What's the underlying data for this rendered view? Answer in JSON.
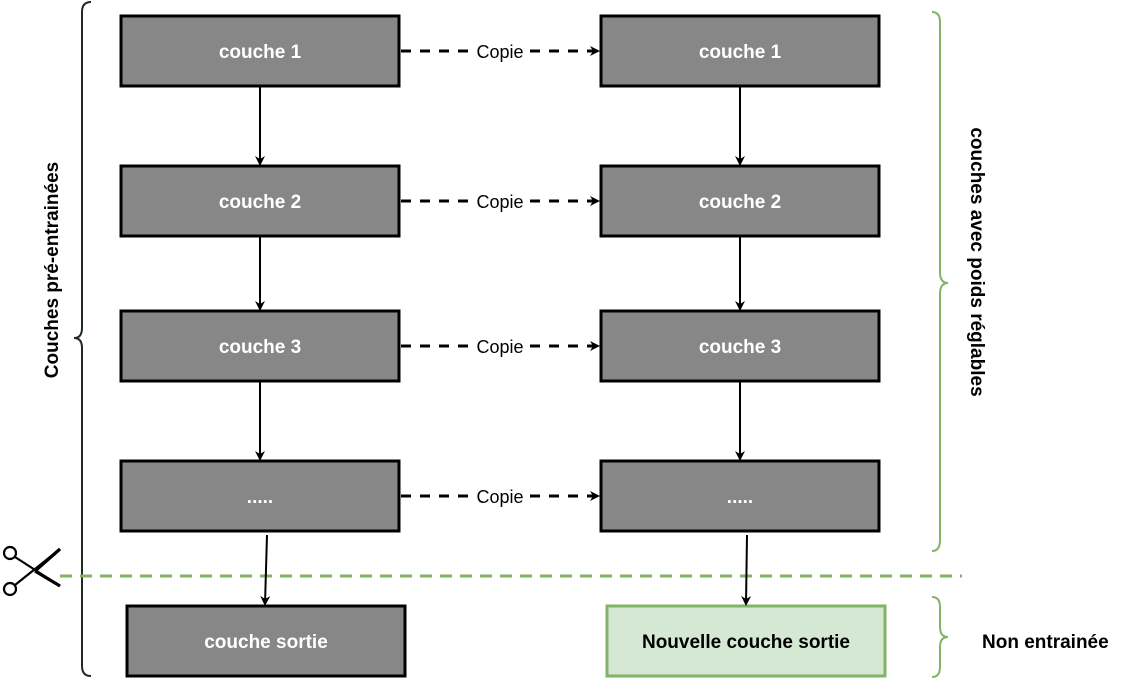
{
  "left_column": {
    "layers": [
      "couche 1",
      "couche 2",
      "couche 3",
      "....."
    ],
    "output": "couche sortie"
  },
  "right_column": {
    "layers": [
      "couche 1",
      "couche 2",
      "couche 3",
      "....."
    ],
    "output": "Nouvelle couche sortie"
  },
  "copy_labels": [
    "Copie",
    "Copie",
    "Copie",
    "Copie"
  ],
  "labels": {
    "pretrained": "Couches pré-entrainées",
    "adjustable": "couches avec poids réglables",
    "untrained": "Non entrainée"
  },
  "colors": {
    "layer_fill": "#878787",
    "new_layer_fill": "#d5e8d4",
    "accent_green": "#82b366"
  },
  "icons": {
    "cut": "scissors-icon"
  }
}
